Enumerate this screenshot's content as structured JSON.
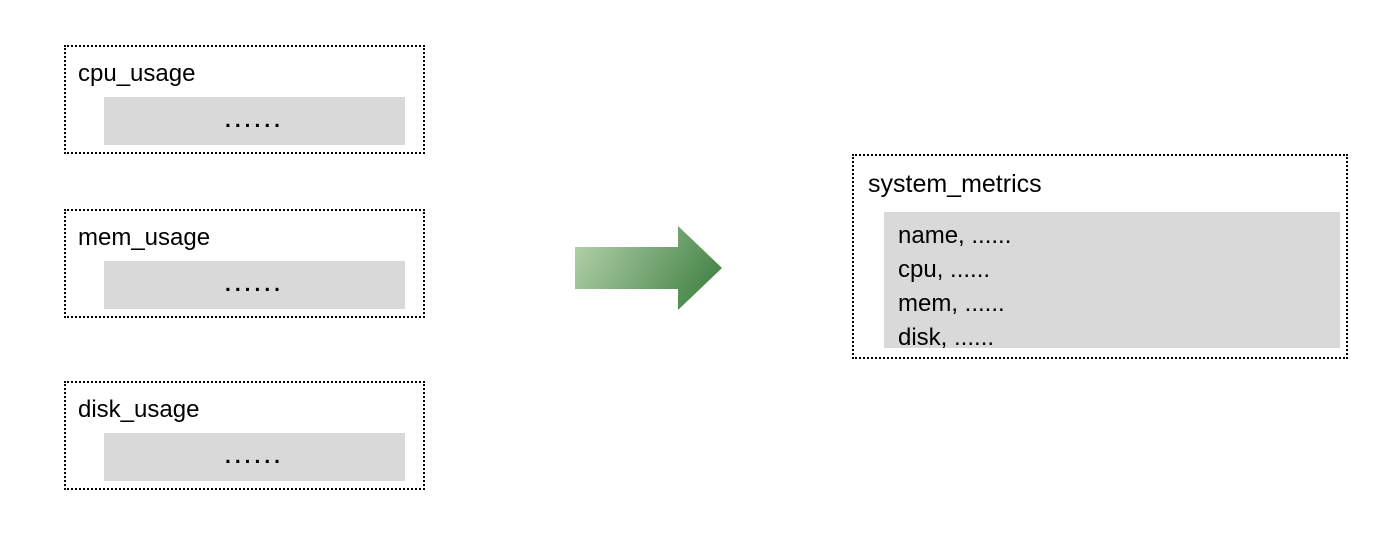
{
  "diagram": {
    "description": "Three separate metric tables merged into one combined table",
    "sources": [
      {
        "label": "cpu_usage",
        "placeholder": "......"
      },
      {
        "label": "mem_usage",
        "placeholder": "......"
      },
      {
        "label": "disk_usage",
        "placeholder": "......"
      }
    ],
    "arrow": {
      "direction": "right"
    },
    "result": {
      "label": "system_metrics",
      "fields": [
        "name, ......",
        "cpu, ......",
        "mem, ......",
        "disk, ......"
      ]
    },
    "colors": {
      "box_fill": "#d9d9d9",
      "border": "#000000",
      "text": "#000000",
      "arrow_gradient_start": "#b8d4af",
      "arrow_gradient_end": "#4c894d"
    }
  }
}
